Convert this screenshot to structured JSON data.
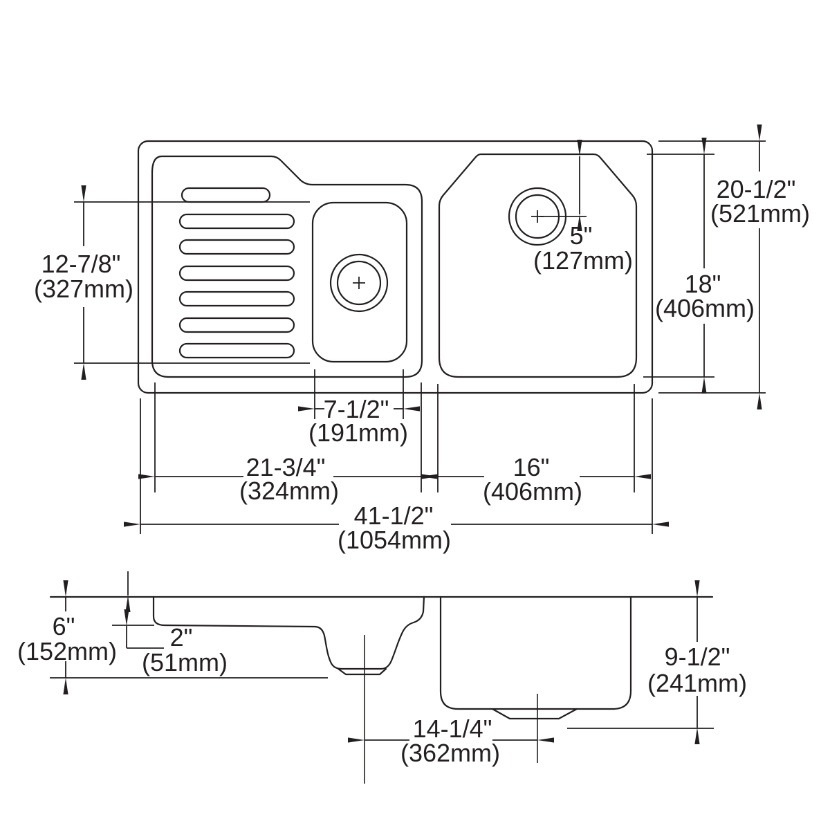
{
  "page": {
    "background": "#ffffff",
    "line_color": "#231f20"
  },
  "dims": {
    "drainboard_length": {
      "in": "12-7/8\"",
      "mm": "(327mm)"
    },
    "overall_front_to_back": {
      "in": "20-1/2\"",
      "mm": "(521mm)"
    },
    "bowl_front_to_back": {
      "in": "18\"",
      "mm": "(406mm)"
    },
    "drain_to_back": {
      "in": "5\"",
      "mm": "(127mm)"
    },
    "small_bowl_width": {
      "in": "7-1/2\"",
      "mm": "(191mm)"
    },
    "left_compartment_width": {
      "in": "21-3/4\"",
      "mm": "(324mm)"
    },
    "large_bowl_width": {
      "in": "16\"",
      "mm": "(406mm)"
    },
    "overall_length": {
      "in": "41-1/2\"",
      "mm": "(1054mm)"
    },
    "small_bowl_depth": {
      "in": "6\"",
      "mm": "(152mm)"
    },
    "drainboard_depth": {
      "in": "2\"",
      "mm": "(51mm)"
    },
    "large_bowl_depth": {
      "in": "9-1/2\"",
      "mm": "(241mm)"
    },
    "drain_centers_spacing": {
      "in": "14-1/4\"",
      "mm": "(362mm)"
    }
  }
}
